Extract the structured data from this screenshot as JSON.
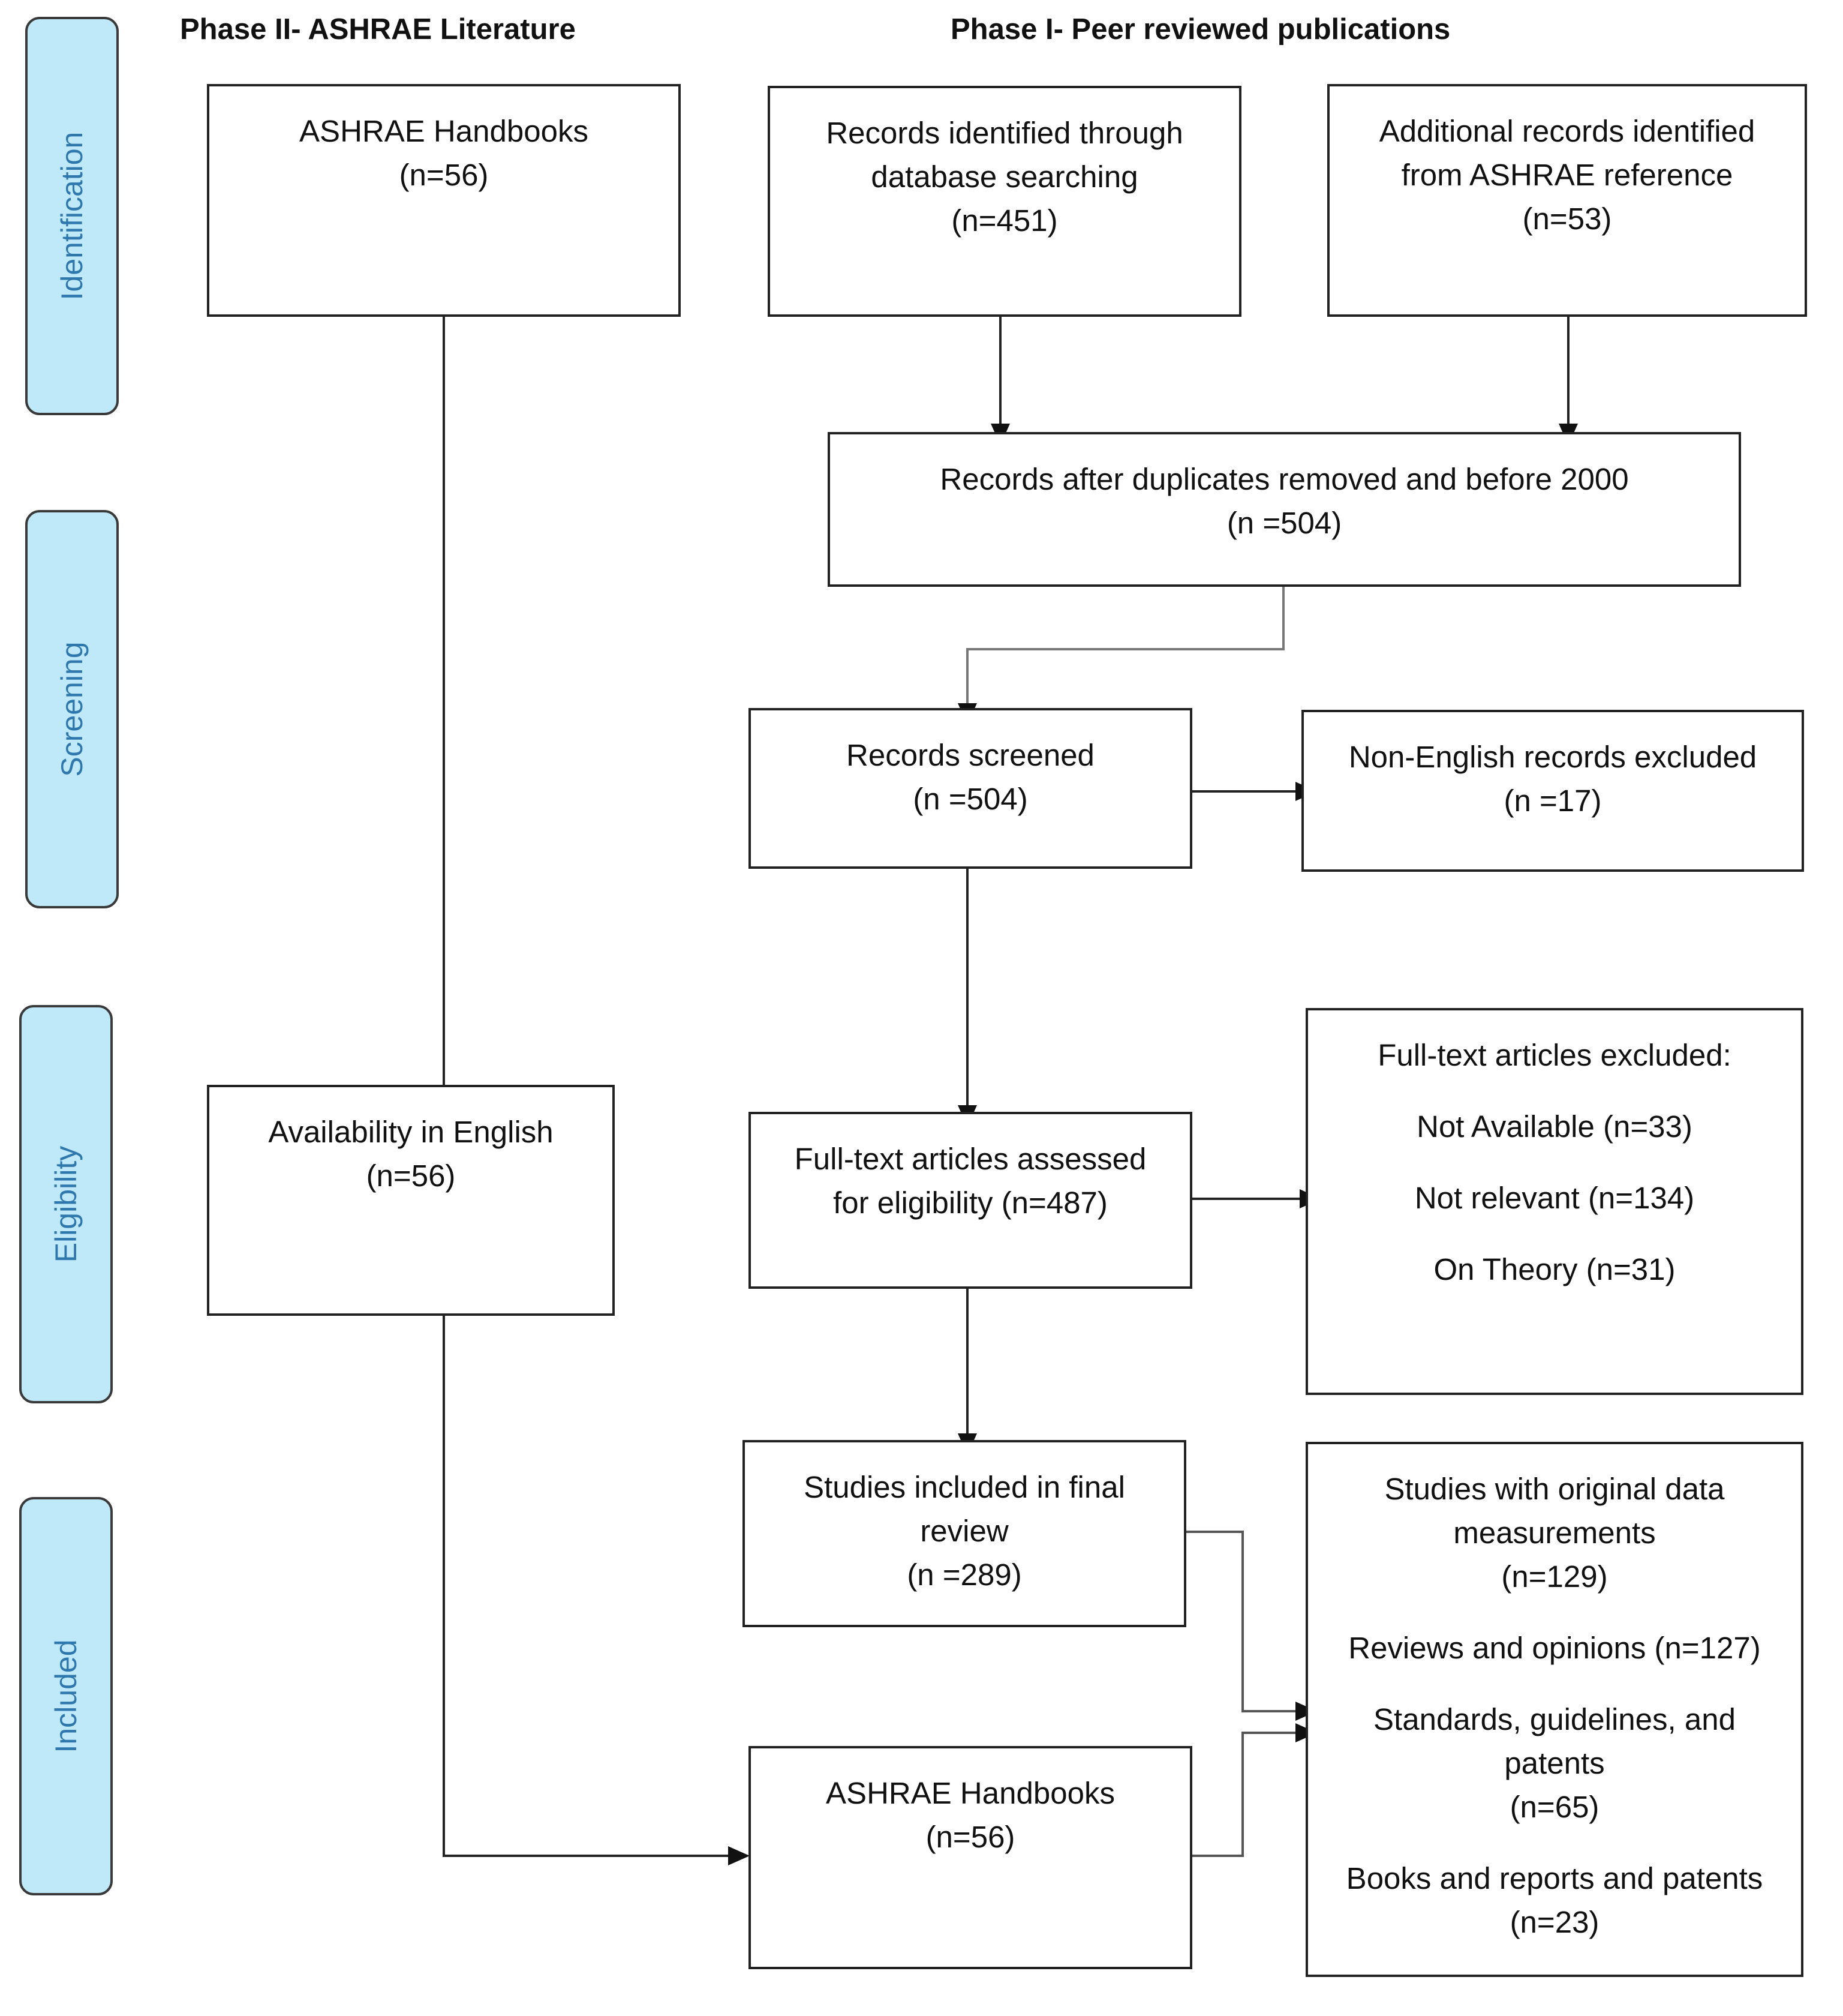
{
  "phases": {
    "left": "Phase II- ASHRAE Literature",
    "right": "Phase I- Peer reviewed publications"
  },
  "stages": [
    "Identification",
    "Screening",
    "Eligibility",
    "Included"
  ],
  "boxes": {
    "ashrae_handbooks_top": [
      "ASHRAE Handbooks",
      "(n=56)"
    ],
    "records_database": [
      "Records identified through",
      "database searching",
      "(n=451)"
    ],
    "additional_records": [
      "Additional records identified",
      "from ASHRAE reference",
      "(n=53)"
    ],
    "after_duplicates": [
      "Records after duplicates removed and before 2000",
      "(n =504)"
    ],
    "records_screened": [
      "Records screened",
      "(n =504)"
    ],
    "non_english": [
      "Non-English records excluded",
      "(n =17)"
    ],
    "availability_english": [
      "Availability in English",
      "(n=56)"
    ],
    "fulltext_assessed": [
      "Full-text articles assessed",
      "for eligibility (n=487)"
    ],
    "fulltext_excluded": {
      "title": "Full-text articles excluded:",
      "items": [
        "Not Available (n=33)",
        "Not relevant (n=134)",
        "On Theory (n=31)"
      ]
    },
    "studies_included": [
      "Studies included in final",
      "review",
      "(n =289)"
    ],
    "ashrae_handbooks_bottom": [
      "ASHRAE Handbooks",
      "(n=56)"
    ],
    "final_categories": {
      "original": [
        "Studies with original data",
        "measurements",
        "(n=129)"
      ],
      "reviews": "Reviews and opinions (n=127)",
      "standards": [
        "Standards, guidelines, and",
        "patents",
        "(n=65)"
      ],
      "books": [
        "Books and reports and patents",
        "(n=23)"
      ]
    }
  }
}
